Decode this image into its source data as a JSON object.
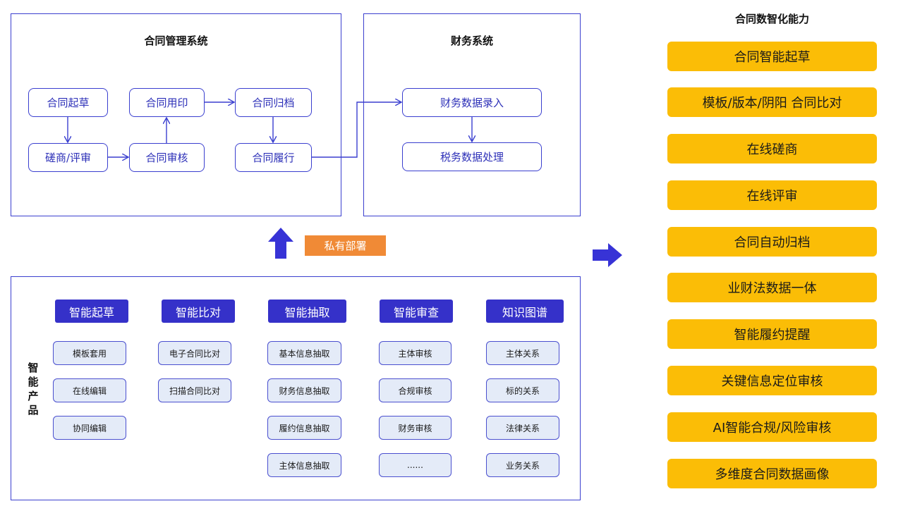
{
  "contract_system": {
    "title": "合同管理系统",
    "nodes": {
      "draft": "合同起草",
      "negotiate_review": "磋商/评审",
      "audit": "合同审核",
      "seal": "合同用印",
      "archive": "合同归档",
      "perform": "合同履行"
    }
  },
  "finance_system": {
    "title": "财务系统",
    "nodes": {
      "entry": "财务数据录入",
      "tax": "税务数据处理"
    }
  },
  "deploy_tag": "私有部署",
  "products": {
    "label": "智能产品",
    "columns": [
      {
        "title": "智能起草",
        "items": [
          "模板套用",
          "在线编辑",
          "协同编辑"
        ]
      },
      {
        "title": "智能比对",
        "items": [
          "电子合同比对",
          "扫描合同比对"
        ]
      },
      {
        "title": "智能抽取",
        "items": [
          "基本信息抽取",
          "财务信息抽取",
          "履约信息抽取",
          "主体信息抽取"
        ]
      },
      {
        "title": "智能审查",
        "items": [
          "主体审核",
          "合规审核",
          "财务审核",
          "......"
        ]
      },
      {
        "title": "知识图谱",
        "items": [
          "主体关系",
          "标的关系",
          "法律关系",
          "业务关系"
        ]
      }
    ]
  },
  "capabilities": {
    "title": "合同数智化能力",
    "items": [
      "合同智能起草",
      "模板/版本/阴阳 合同比对",
      "在线磋商",
      "在线评审",
      "合同自动归档",
      "业财法数据一体",
      "智能履约提醒",
      "关键信息定位审核",
      "AI智能合规/风险审核",
      "多维度合同数据画像"
    ]
  },
  "colors": {
    "border_blue": "#3b3fcf",
    "header_blue": "#3531c9",
    "chip_bg": "#e4ebf8",
    "tag_orange": "#f08a36",
    "cap_yellow": "#fbbd06"
  }
}
